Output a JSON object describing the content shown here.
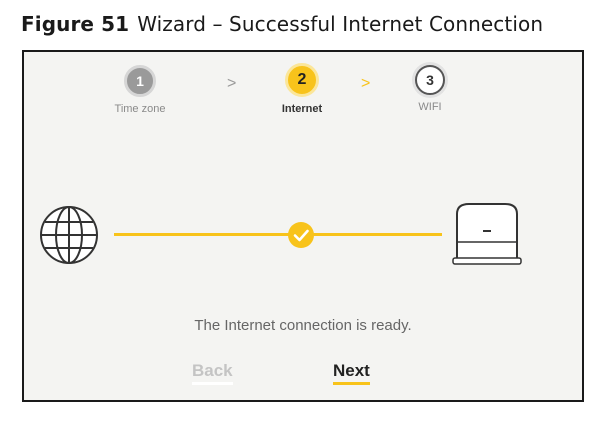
{
  "caption": {
    "figure": "Figure 51",
    "title": "Wizard – Successful Internet Connection"
  },
  "wizard": {
    "steps": [
      {
        "number": "1",
        "label": "Time zone",
        "state": "completed"
      },
      {
        "number": "2",
        "label": "Internet",
        "state": "active"
      },
      {
        "number": "3",
        "label": "WIFI",
        "state": "pending"
      }
    ],
    "separator": ">",
    "message": "The Internet connection is ready.",
    "back_label": "Back",
    "next_label": "Next"
  },
  "colors": {
    "accent": "#f8c31b",
    "inactive": "#9a9a9a",
    "panel": "#f4f4f2"
  },
  "icons": [
    "globe-icon",
    "checkmark-icon",
    "router-icon"
  ]
}
